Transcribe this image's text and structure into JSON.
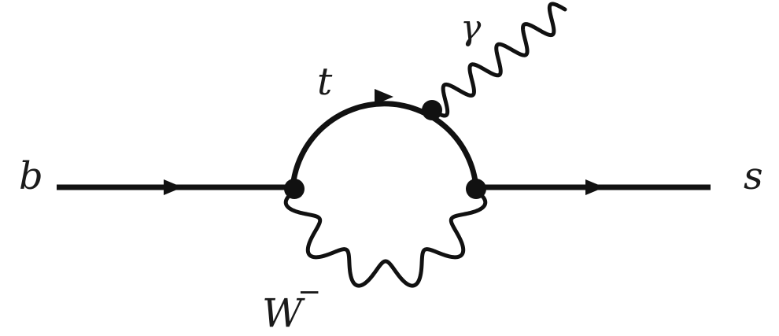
{
  "diagram": {
    "labels": {
      "incoming_quark": "b",
      "outgoing_quark": "s",
      "loop_quark": "t",
      "photon": "γ",
      "w_boson": "W",
      "w_charge": "−"
    },
    "colors": {
      "ink": "#111111",
      "background": "#ffffff"
    }
  }
}
